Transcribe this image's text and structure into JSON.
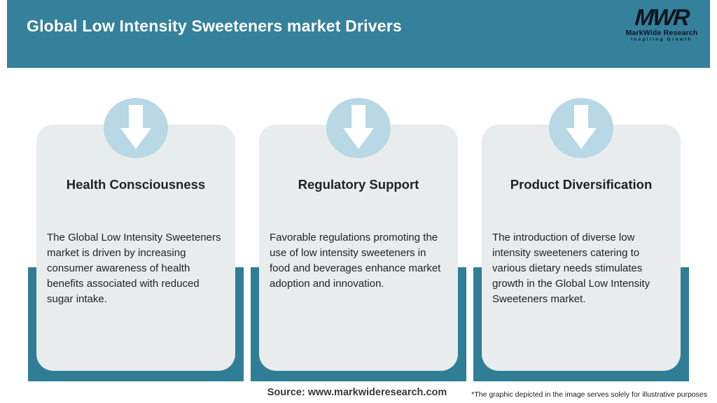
{
  "header": {
    "title": "Global Low Intensity Sweeteners market Drivers",
    "logo": {
      "acronym": "MWR",
      "name": "MarkWide Research",
      "tagline": "Inspiring Growth"
    }
  },
  "cards": [
    {
      "icon": "down-arrow-icon",
      "title": "Health Consciousness",
      "description": "The Global Low Intensity Sweeteners market is driven by increasing consumer awareness of health benefits associated with reduced sugar intake."
    },
    {
      "icon": "down-arrow-icon",
      "title": "Regulatory Support",
      "description": "Favorable regulations promoting the use of low intensity sweeteners in food and beverages enhance market adoption and innovation."
    },
    {
      "icon": "down-arrow-icon",
      "title": "Product Diversification",
      "description": "The introduction of diverse low intensity sweeteners catering to various dietary needs stimulates growth in the Global Low Intensity Sweeteners market."
    }
  ],
  "footer": {
    "source": "Source: www.markwideresearch.com",
    "disclaimer": "*The graphic depicted in the image serves solely for illustrative purposes"
  },
  "colors": {
    "header_teal": "#35819B",
    "band_teal": "#2F7E96",
    "arrow_circle": "#B7D8E4",
    "card_bg": "#E8ECED",
    "logo_ink": "#0D1320"
  }
}
